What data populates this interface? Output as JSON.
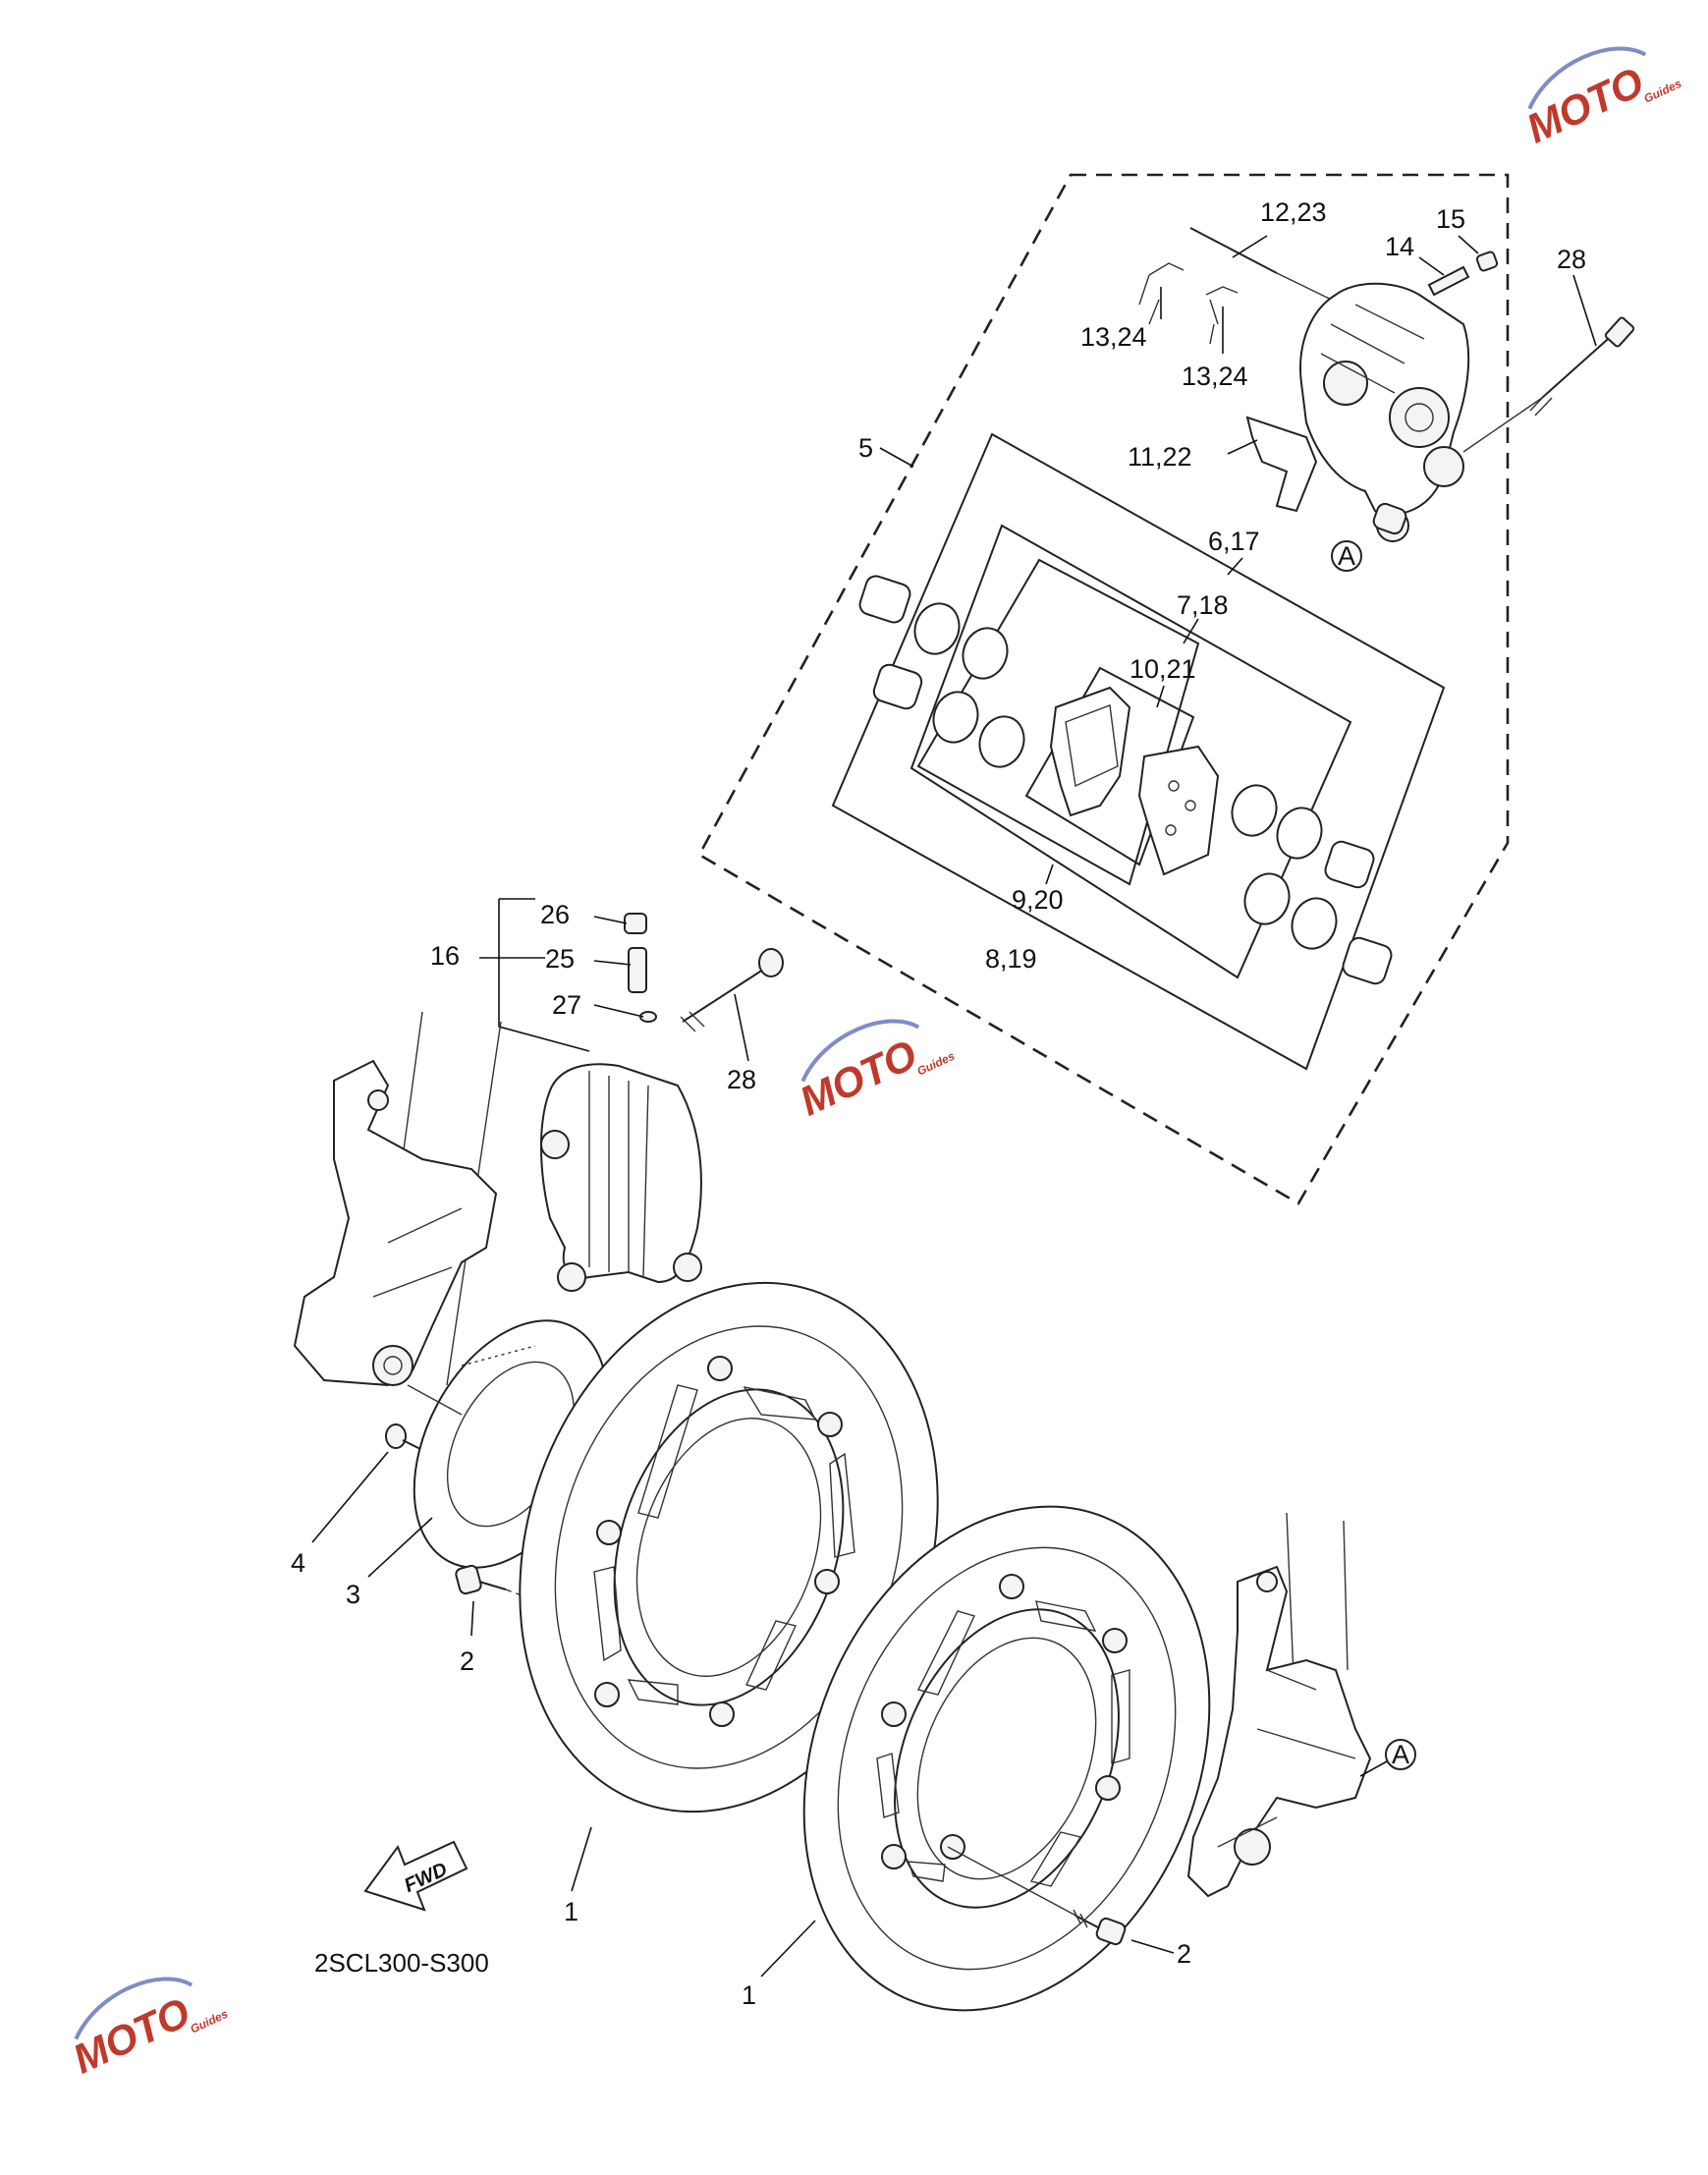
{
  "diagram_code": "2SCL300-S300",
  "fwd_arrow_label": "FWD",
  "reference_marker": "A",
  "watermark": {
    "text": "MOTO",
    "subtext": "Guides",
    "accent_color": "#c0392b",
    "swoosh_color": "#7f8cc7"
  },
  "callouts": [
    {
      "key": "c12_23",
      "text": "12,23"
    },
    {
      "key": "c15",
      "text": "15"
    },
    {
      "key": "c14",
      "text": "14"
    },
    {
      "key": "c28a",
      "text": "28"
    },
    {
      "key": "c13_24a",
      "text": "13,24"
    },
    {
      "key": "c13_24b",
      "text": "13,24"
    },
    {
      "key": "c5",
      "text": "5"
    },
    {
      "key": "c11_22",
      "text": "11,22"
    },
    {
      "key": "c6_17",
      "text": "6,17"
    },
    {
      "key": "c7_18",
      "text": "7,18"
    },
    {
      "key": "c10_21",
      "text": "10,21"
    },
    {
      "key": "c9_20",
      "text": "9,20"
    },
    {
      "key": "c8_19",
      "text": "8,19"
    },
    {
      "key": "c26",
      "text": "26"
    },
    {
      "key": "c16",
      "text": "16"
    },
    {
      "key": "c25",
      "text": "25"
    },
    {
      "key": "c27",
      "text": "27"
    },
    {
      "key": "c28b",
      "text": "28"
    },
    {
      "key": "c4",
      "text": "4"
    },
    {
      "key": "c3",
      "text": "3"
    },
    {
      "key": "c2a",
      "text": "2"
    },
    {
      "key": "c1a",
      "text": "1"
    },
    {
      "key": "c1b",
      "text": "1"
    },
    {
      "key": "c2b",
      "text": "2"
    }
  ]
}
